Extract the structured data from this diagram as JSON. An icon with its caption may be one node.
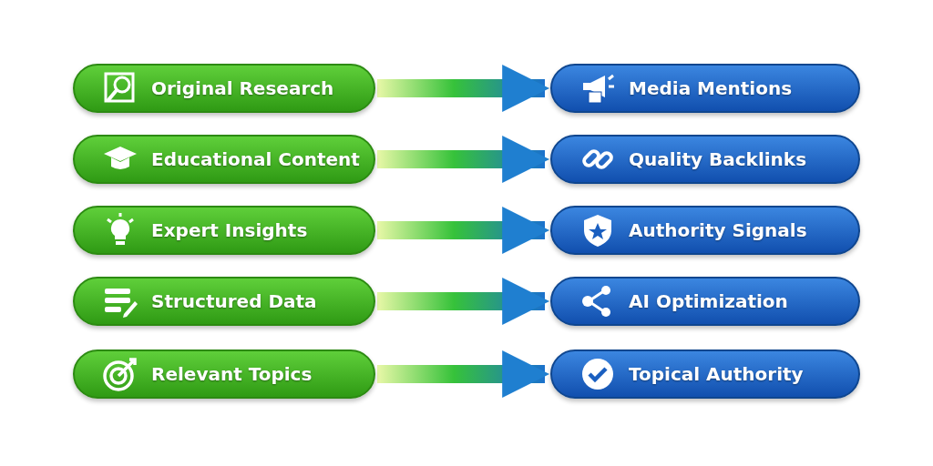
{
  "diagram": {
    "nodes": [
      {
        "text": [
          "Original Research"
        ]
      },
      {
        "text": [
          "Educational Content"
        ]
      },
      {
        "text": [
          "Expert Insights"
        ]
      },
      {
        "text": [
          "Structured Data"
        ]
      },
      {
        "text": [
          "Relevant Topics"
        ]
      },
      {
        "text": [
          "Media Mentions"
        ]
      },
      {
        "text": [
          "Quality Backlinks"
        ]
      },
      {
        "text": [
          "Authority Signals"
        ]
      },
      {
        "text": [
          "AI Optimization"
        ]
      },
      {
        "text": [
          "Topical Authority"
        ]
      }
    ],
    "edges": [
      {
        "from": 0,
        "to": 5,
        "arrow": "to"
      },
      {
        "from": 1,
        "to": 6,
        "arrow": "to"
      },
      {
        "from": 2,
        "to": 7,
        "arrow": "to"
      },
      {
        "from": 3,
        "to": 8,
        "arrow": "to"
      },
      {
        "from": 4,
        "to": 9,
        "arrow": "to"
      }
    ]
  }
}
